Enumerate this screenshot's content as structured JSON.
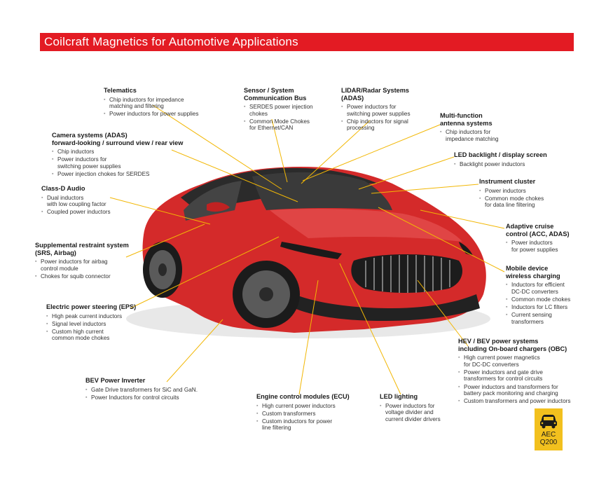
{
  "banner": {
    "title": "Coilcraft Magnetics for Automotive Applications",
    "color": "#e31b23"
  },
  "leader_color": "#f2b705",
  "car_color": "#d42a2a",
  "badge": {
    "line1": "AEC",
    "line2": "Q200",
    "icon": "car-icon",
    "color": "#f2c01e"
  },
  "callouts": {
    "telematics": {
      "title": "Telematics",
      "items": [
        "Chip inductors for impedance\nmatching and filtering",
        "Power inductors for power supplies"
      ]
    },
    "sensor": {
      "title": "Sensor / System\nCommunication Bus",
      "items": [
        "SERDES power injection\nchokes",
        "Common Mode Chokes\nfor Ethernet/CAN"
      ]
    },
    "lidar": {
      "title": "LIDAR/Radar Systems\n(ADAS)",
      "items": [
        "Power inductors for\nswitching power supplies",
        "Chip inductors for signal\nprocessing"
      ]
    },
    "multifunction": {
      "title": "Multi-function\nantenna systems",
      "items": [
        "Chip inductors for\nimpedance matching"
      ]
    },
    "camera": {
      "title": "Camera systems (ADAS)\nforward-looking / surround view / rear view",
      "items": [
        "Chip inductors",
        "Power inductors for\nswitching power supplies",
        "Power injection chokes for SERDES"
      ]
    },
    "led_backlight": {
      "title": "LED backlight / display screen",
      "items": [
        "Backlight power inductors"
      ]
    },
    "instrument": {
      "title": "Instrument cluster",
      "items": [
        "Power inductors",
        "Common mode chokes\nfor data line filtering"
      ]
    },
    "audio": {
      "title": "Class-D Audio",
      "items": [
        "Dual inductors\nwith low coupling factor",
        "Coupled power inductors"
      ]
    },
    "cruise": {
      "title": "Adaptive cruise\ncontrol (ACC, ADAS)",
      "items": [
        "Power inductors\nfor power supplies"
      ]
    },
    "srs": {
      "title": "Supplemental restraint system\n(SRS, Airbag)",
      "items": [
        "Power inductors for airbag\ncontrol module",
        "Chokes for squib connector"
      ]
    },
    "mobile": {
      "title": "Mobile device\nwireless charging",
      "items": [
        "Inductors for efficient\nDC-DC converters",
        "Common mode chokes",
        "Inductors for LC filters",
        "Current sensing\ntransformers"
      ]
    },
    "eps": {
      "title": "Electric power steering (EPS)",
      "items": [
        "High peak current inductors",
        "Signal level inductors",
        "Custom high current\ncommon mode chokes"
      ]
    },
    "hev": {
      "title": "HEV / BEV power systems\nincluding On-board chargers (OBC)",
      "items": [
        "High current power magnetics\nfor DC-DC converters",
        "Power inductors and gate drive\ntransformers for control circuits",
        "Power inductors and transformers for\nbattery pack monitoring and charging",
        "Custom transformers and power inductors"
      ]
    },
    "inverter": {
      "title": "BEV Power Inverter",
      "items": [
        "Gate Drive transformers for SiC and GaN.",
        "Power Inductors for control circuits"
      ]
    },
    "ecu": {
      "title": "Engine control modules (ECU)",
      "items": [
        "High current power inductors",
        "Custom transformers",
        "Custom inductors for power\nline filtering"
      ]
    },
    "led_lighting": {
      "title": "LED lighting",
      "items": [
        "Power inductors for\nvoltage divider and\ncurrent divider drivers"
      ]
    }
  }
}
